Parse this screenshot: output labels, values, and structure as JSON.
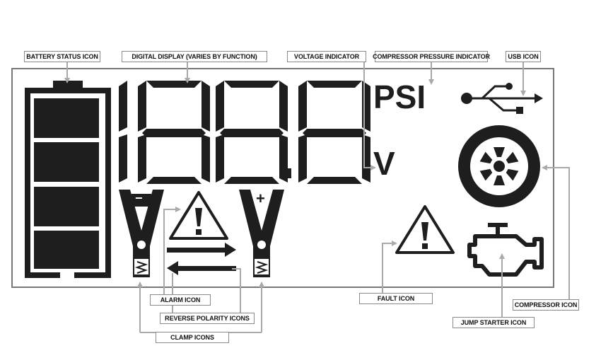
{
  "labels": {
    "battery_status": "BATTERY STATUS ICON",
    "digital_display": "DIGITAL DISPLAY (VARIES BY FUNCTION)",
    "voltage_indicator": "VOLTAGE INDICATOR",
    "compressor_pressure": "COMPRESSOR PRESSURE INDICATOR",
    "usb": "USB ICON",
    "alarm": "ALARM ICON",
    "reverse_polarity": "REVERSE POLARITY ICONS",
    "clamp": "CLAMP ICONS",
    "fault": "FAULT ICON",
    "compressor": "COMPRESSOR ICON",
    "jump_starter": "JUMP STARTER ICON"
  },
  "display": {
    "digits": "188.8",
    "unit_voltage": "V",
    "unit_pressure": "PSI",
    "clamp_negative_sign": "−",
    "clamp_positive_sign": "+"
  },
  "colors": {
    "segment": "#1e1e1e",
    "panel_border": "#777777",
    "leader_line": "#a9a9a9",
    "label_border": "#8a8a8a"
  },
  "icons": [
    "battery-icon",
    "usb-icon",
    "tire-icon",
    "alarm-icon",
    "fault-icon",
    "engine-icon",
    "clamp-icon",
    "polarity-arrows-icon"
  ]
}
